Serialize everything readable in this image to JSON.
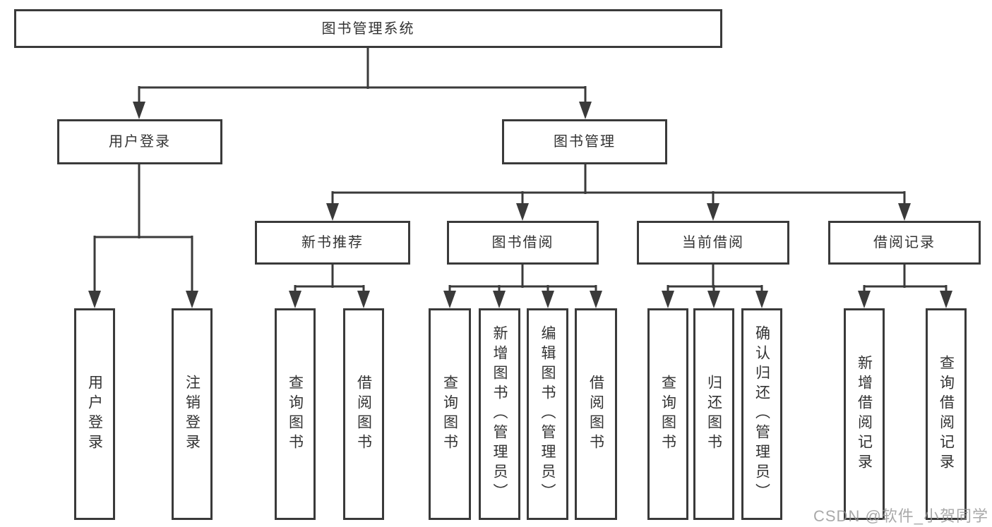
{
  "tree": {
    "root": {
      "label": "图书管理系统",
      "children": [
        {
          "label": "用户登录",
          "children": [
            {
              "label": "用户登录"
            },
            {
              "label": "注销登录"
            }
          ]
        },
        {
          "label": "图书管理",
          "children": [
            {
              "label": "新书推荐",
              "children": [
                {
                  "label": "查询图书"
                },
                {
                  "label": "借阅图书"
                }
              ]
            },
            {
              "label": "图书借阅",
              "children": [
                {
                  "label": "查询图书"
                },
                {
                  "label": "新增图书（管理员）"
                },
                {
                  "label": "编辑图书（管理员）"
                },
                {
                  "label": "借阅图书"
                }
              ]
            },
            {
              "label": "当前借阅",
              "children": [
                {
                  "label": "查询图书"
                },
                {
                  "label": "归还图书"
                },
                {
                  "label": "确认归还（管理员）"
                }
              ]
            },
            {
              "label": "借阅记录",
              "children": [
                {
                  "label": "新增借阅记录"
                },
                {
                  "label": "查询借阅记录"
                }
              ]
            }
          ]
        }
      ]
    }
  },
  "watermark": {
    "text": "CSDN @软件_小贺同学"
  },
  "colors": {
    "line": "#3a3a3a",
    "text": "#333333",
    "watermark": "#949494",
    "background": "#ffffff"
  }
}
